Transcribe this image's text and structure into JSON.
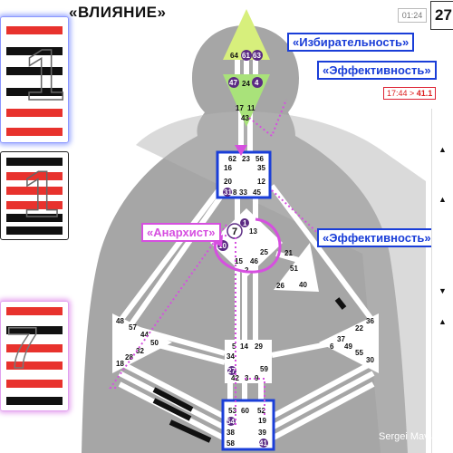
{
  "title": "«ВЛИЯНИЕ»",
  "timer": "01:24",
  "counter": "27",
  "ratio": {
    "left": "17:44 > ",
    "value": "41.1"
  },
  "labels": {
    "selectivity": "«Избирательность»",
    "efficiency_top": "«Эффективность»",
    "anarchist": "«Анархист»",
    "efficiency_mid": "«Эффективность»"
  },
  "credit": "Sergei Mavlato",
  "colors": {
    "red": "#e8322d",
    "black": "#111111",
    "blue_frame": "#1a3ed8",
    "pink": "#d64fe0",
    "head_green": "#d7ef7c",
    "ajna_green": "#a9e27a",
    "silhouette": "#9c9c9c"
  },
  "hexagrams": [
    {
      "frame": "blue",
      "lines": [
        "red",
        "black",
        "black",
        "black",
        "red",
        "red"
      ]
    },
    {
      "frame": "black",
      "lines": [
        "black",
        "red",
        "red",
        "red",
        "black",
        "black"
      ]
    },
    {
      "frame": "pink",
      "lines": [
        "red",
        "black",
        "red",
        "red",
        "red",
        "black"
      ]
    }
  ],
  "gates": {
    "head": [
      "64",
      "61",
      "63"
    ],
    "ajna": [
      "47",
      "24",
      "4",
      "17",
      "11",
      "43"
    ],
    "throat": [
      "62",
      "23",
      "56",
      "16",
      "35",
      "20",
      "12",
      "31",
      "8",
      "33",
      "45"
    ],
    "g": [
      "1",
      "7",
      "13",
      "10",
      "25",
      "15",
      "46",
      "2"
    ],
    "ego": [
      "21",
      "51",
      "26",
      "40"
    ],
    "spleen": [
      "48",
      "57",
      "44",
      "50",
      "32",
      "28",
      "18"
    ],
    "solar": [
      "36",
      "22",
      "37",
      "6",
      "49",
      "55",
      "30"
    ],
    "sacral": [
      "5",
      "14",
      "29",
      "34",
      "27",
      "42",
      "3",
      "9",
      "59"
    ],
    "root": [
      "53",
      "60",
      "52",
      "54",
      "19",
      "38",
      "39",
      "58",
      "41"
    ]
  },
  "scroll": {
    "up": "▲",
    "down": "▼"
  }
}
